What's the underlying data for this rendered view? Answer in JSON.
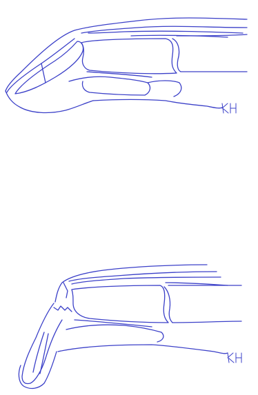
{
  "colors": {
    "background": "#ffffff",
    "ink": "#3a3fc8"
  },
  "figures": [
    {
      "id": "top",
      "signature": "KH"
    },
    {
      "id": "bottom",
      "signature": "KH"
    }
  ]
}
